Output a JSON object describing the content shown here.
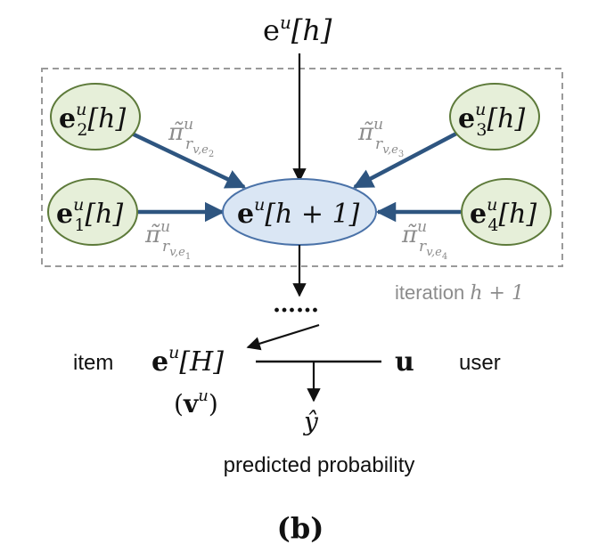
{
  "top_input": {
    "base": "e",
    "sup": "u",
    "bracket": "[h]"
  },
  "neighbors": [
    {
      "id": "e2",
      "base": "e",
      "sup": "u",
      "sub": "2",
      "bracket": "[h]"
    },
    {
      "id": "e3",
      "base": "e",
      "sup": "u",
      "sub": "3",
      "bracket": "[h]"
    },
    {
      "id": "e1",
      "base": "e",
      "sup": "u",
      "sub": "1",
      "bracket": "[h]"
    },
    {
      "id": "e4",
      "base": "e",
      "sup": "u",
      "sub": "4",
      "bracket": "[h]"
    }
  ],
  "center_node": {
    "base": "e",
    "sup": "u",
    "bracket": "[h + 1]"
  },
  "weights": [
    {
      "base": "π̃",
      "sup": "u",
      "sub": "r",
      "subsub": "v,e",
      "idx": "2"
    },
    {
      "base": "π̃",
      "sup": "u",
      "sub": "r",
      "subsub": "v,e",
      "idx": "3"
    },
    {
      "base": "π̃",
      "sup": "u",
      "sub": "r",
      "subsub": "v,e",
      "idx": "1"
    },
    {
      "base": "π̃",
      "sup": "u",
      "sub": "r",
      "subsub": "v,e",
      "idx": "4"
    }
  ],
  "iteration_label": {
    "text": "iteration ",
    "expr": "h + 1"
  },
  "ellipsis": "……",
  "item_label": "item",
  "item_embedding": {
    "base": "e",
    "sup": "u",
    "bracket": "[H]"
  },
  "item_alias": {
    "open": "(",
    "base": "v",
    "sup": "u",
    "close": ")"
  },
  "user_vector": "u",
  "user_label": "user",
  "prediction": {
    "symbol": "ŷ",
    "label": "predicted probability"
  },
  "caption": "(b)",
  "colors": {
    "neighbor_fill": "#e6efd9",
    "neighbor_stroke": "#5d7a3a",
    "center_fill": "#dae6f4",
    "center_stroke": "#4a72a8",
    "weighted_arrow": "#2e5580",
    "plain_arrow": "#111111",
    "box_dash": "#9a9a9a"
  }
}
